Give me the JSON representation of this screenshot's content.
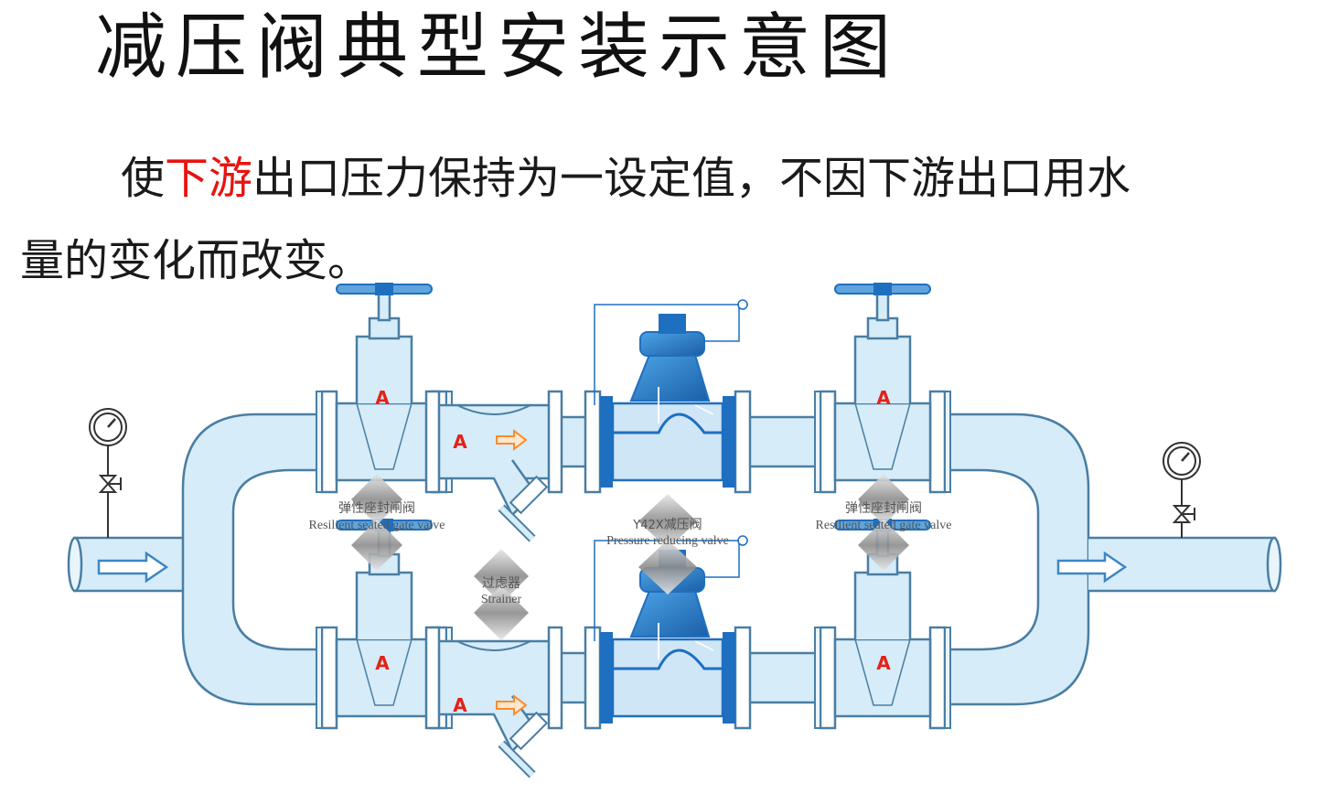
{
  "title": "减压阀典型安装示意图",
  "description": {
    "prefix": "使",
    "highlight": "下游",
    "rest_line1": "出口压力保持为一设定值，不因下游出口用水",
    "line2": "量的变化而改变。",
    "highlight_color": "#e8130f"
  },
  "labels": {
    "gate_valve_cn": "弹性座封闸阀",
    "gate_valve_en": "Resilient seated gate valve",
    "strainer_cn": "过虑器",
    "strainer_en": "Strainer",
    "prv_model": "Y42X",
    "prv_cn": "减压阀",
    "prv_en": "Pressure reducing valve",
    "valve_logo": "A"
  },
  "colors": {
    "pipe_fill": "#d6ecf8",
    "pipe_stroke": "#4a7ea3",
    "valve_blue": "#1f6fc0",
    "flow_arrow": "#3d86c6",
    "inner_arrow": "#ff8a2a",
    "logo_red": "#e32219"
  }
}
